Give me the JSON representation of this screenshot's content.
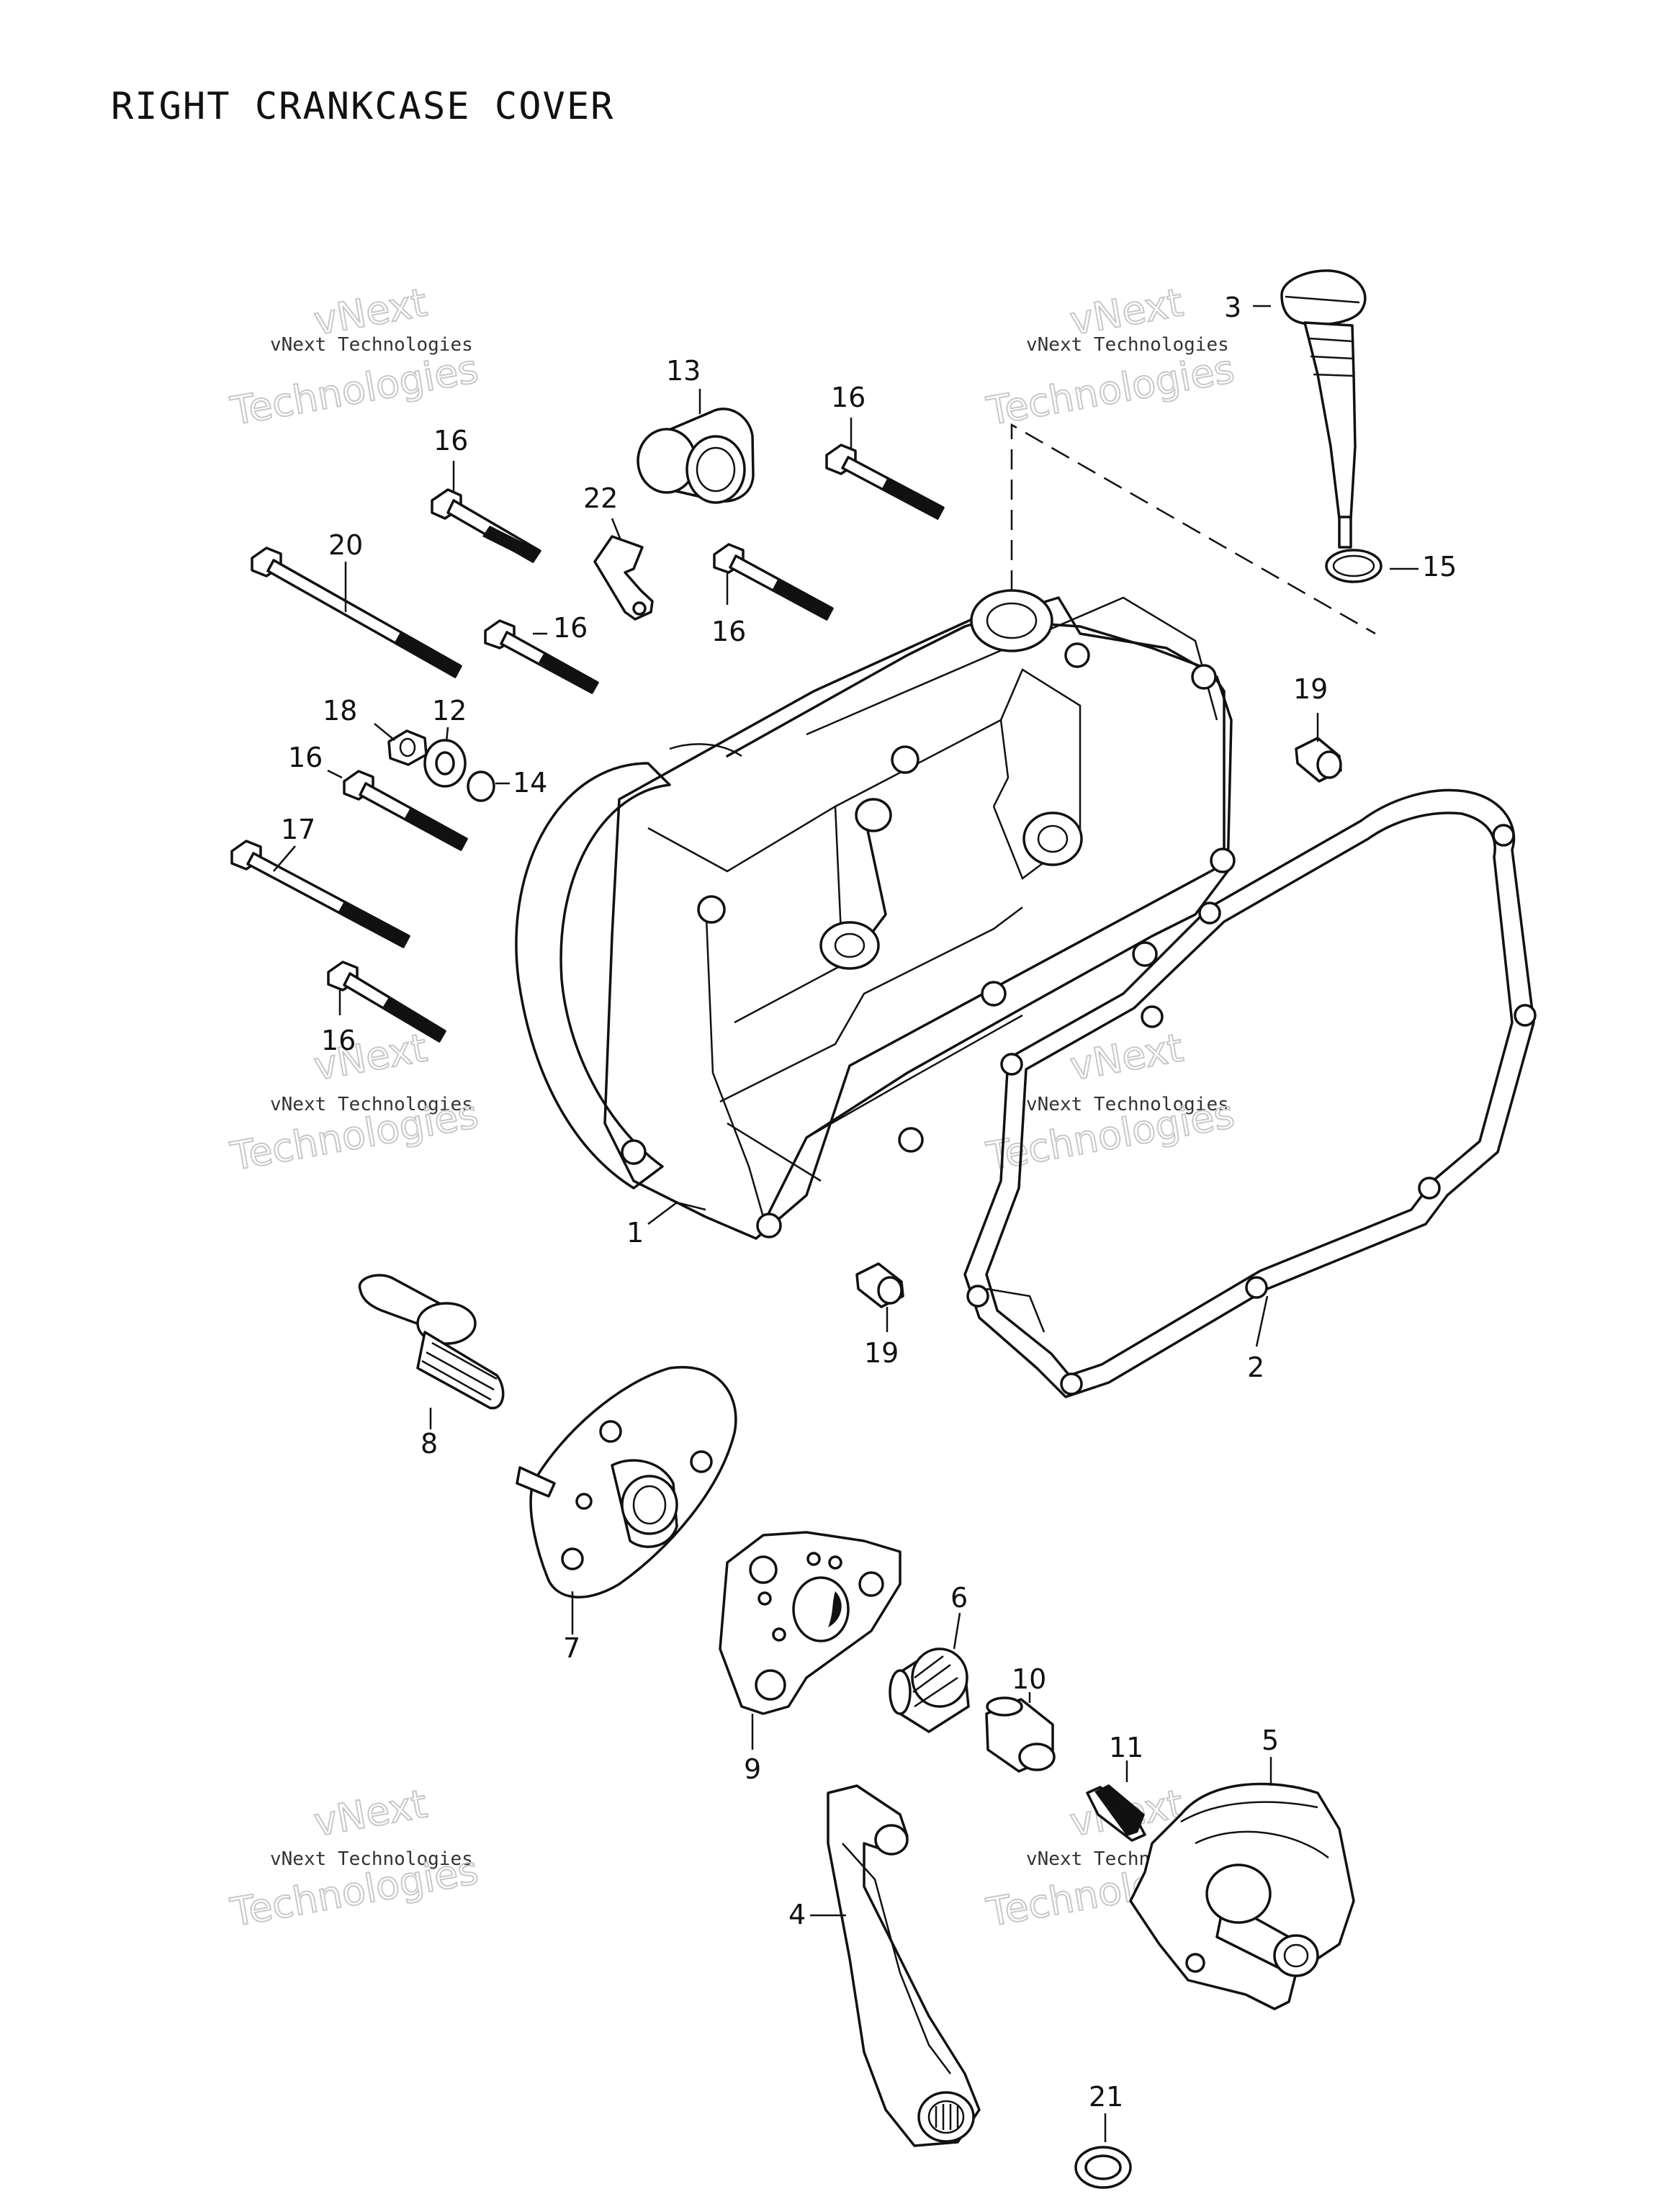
{
  "title": "RIGHT CRANKCASE COVER",
  "watermark": {
    "line_small": "vNext Technologies",
    "line_top": "vNext",
    "line_bottom": "Technologies"
  },
  "callouts": {
    "p1": "1",
    "p2": "2",
    "p3": "3",
    "p4": "4",
    "p5": "5",
    "p6": "6",
    "p7": "7",
    "p8": "8",
    "p9": "9",
    "p10": "10",
    "p11": "11",
    "p12": "12",
    "p13": "13",
    "p14": "14",
    "p15": "15",
    "p16a": "16",
    "p16b": "16",
    "p16c": "16",
    "p16d": "16",
    "p16e": "16",
    "p16f": "16",
    "p17": "17",
    "p18": "18",
    "p19a": "19",
    "p19b": "19",
    "p20": "20",
    "p21": "21",
    "p22": "22"
  }
}
